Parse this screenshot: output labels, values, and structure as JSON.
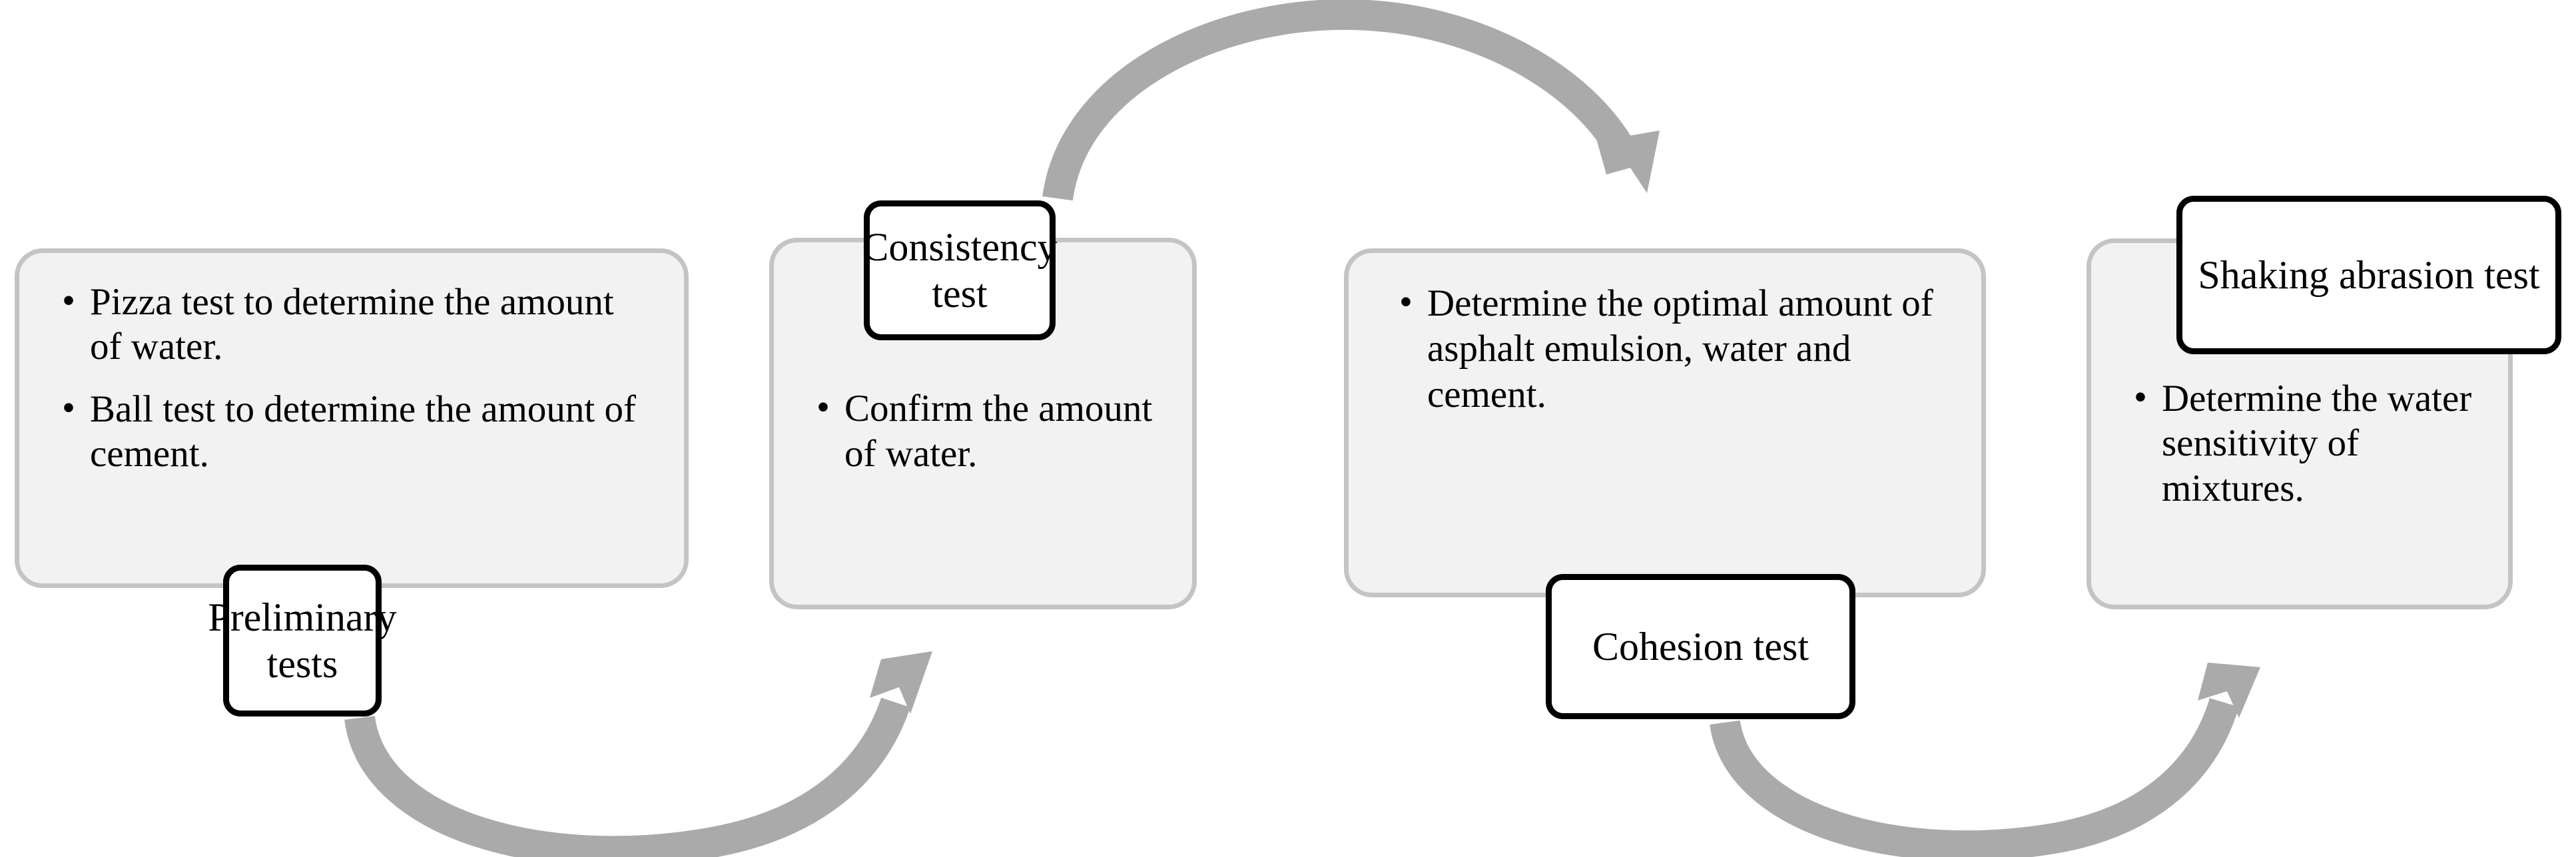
{
  "diagram": {
    "title": "Asphalt cold mixture test workflow",
    "accent_color": "#aaaaaa",
    "panel_fill": "#f2f2f2",
    "panel_border": "#c4c4c4",
    "label_border": "#000000",
    "steps": [
      {
        "id": "preliminary",
        "label": "Preliminary tests",
        "bullets": [
          "Pizza test to determine the amount of water.",
          "Ball test to determine the amount of cement."
        ]
      },
      {
        "id": "consistency",
        "label": "Consistency test",
        "bullets": [
          "Confirm the amount of water."
        ]
      },
      {
        "id": "cohesion",
        "label": "Cohesion test",
        "bullets": [
          "Determine the optimal amount of asphalt emulsion, water and cement."
        ]
      },
      {
        "id": "shaking",
        "label": "Shaking abrasion test",
        "bullets": [
          "Determine the water sensitivity of mixtures."
        ]
      }
    ],
    "arrows": [
      {
        "id": "arrow-preliminary-to-consistency",
        "direction": "curve-down-right",
        "from": "preliminary",
        "to": "consistency"
      },
      {
        "id": "arrow-consistency-to-cohesion",
        "direction": "curve-up-right",
        "from": "consistency",
        "to": "cohesion"
      },
      {
        "id": "arrow-cohesion-to-shaking",
        "direction": "curve-down-right",
        "from": "cohesion",
        "to": "shaking"
      }
    ]
  }
}
